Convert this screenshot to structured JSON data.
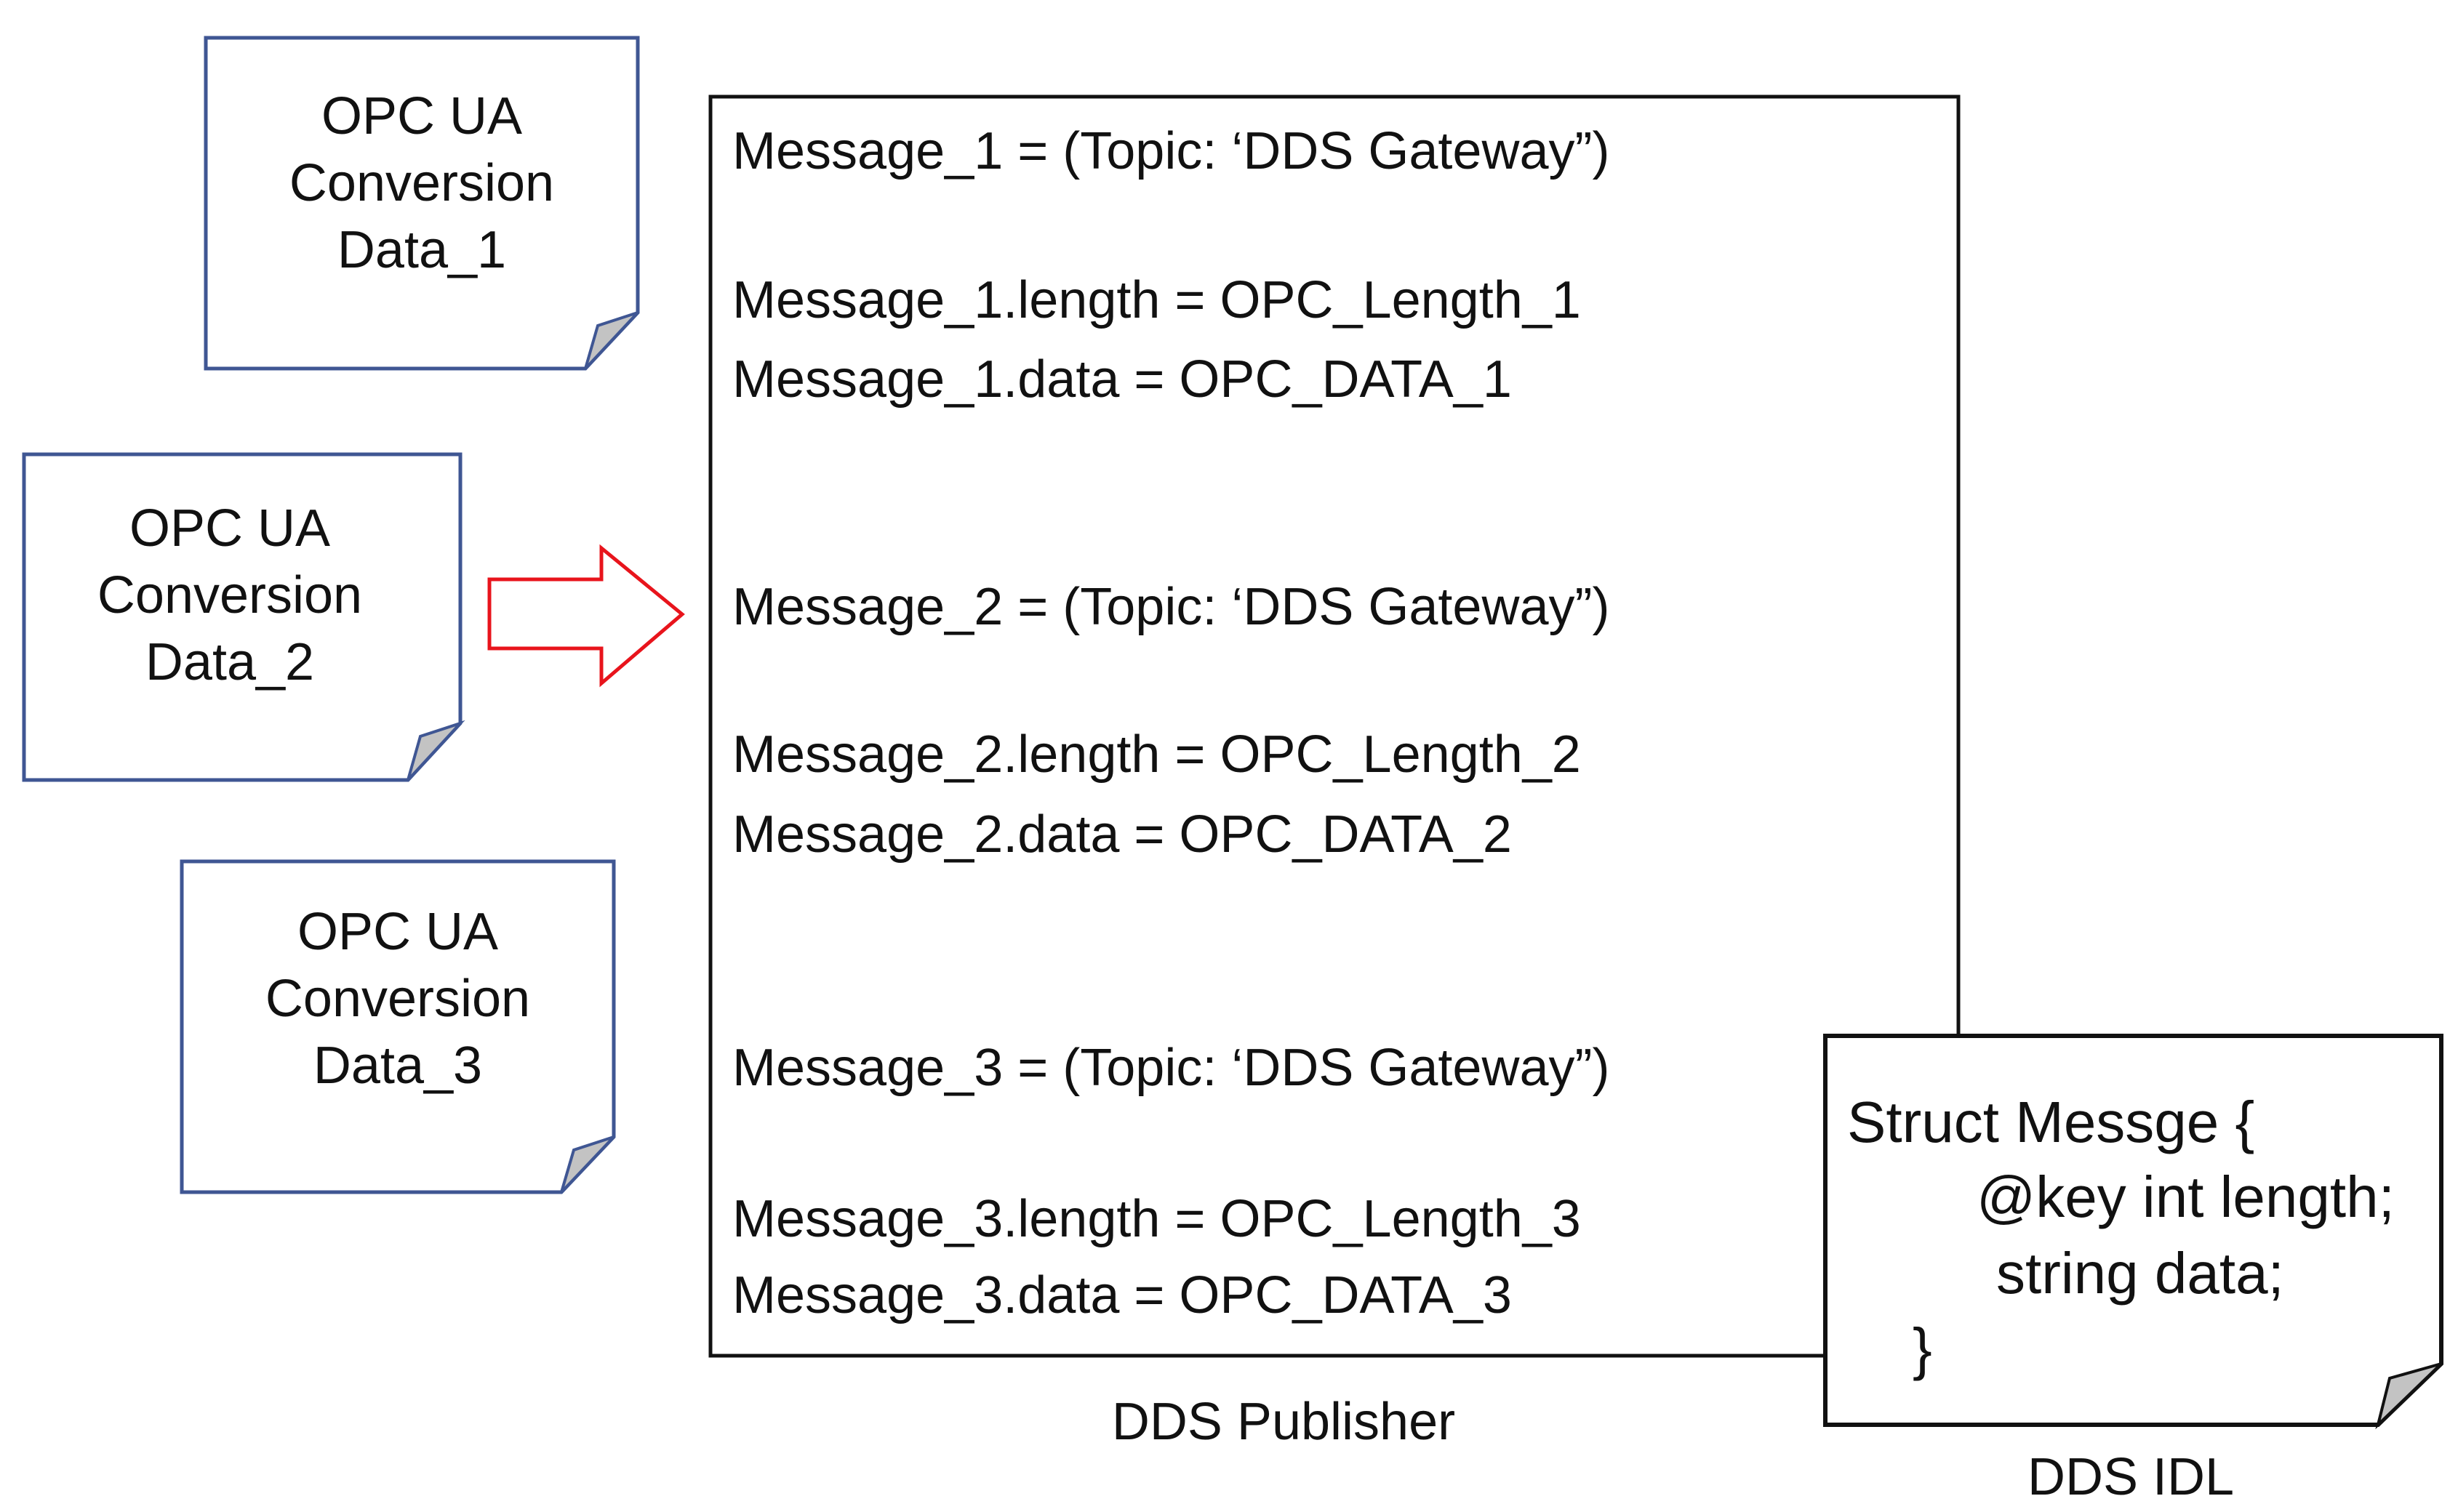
{
  "notes": [
    {
      "line1": "OPC UA",
      "line2": "Conversion",
      "line3": "Data_1"
    },
    {
      "line1": "OPC UA",
      "line2": "Conversion",
      "line3": "Data_2"
    },
    {
      "line1": "OPC UA",
      "line2": "Conversion",
      "line3": "Data_3"
    }
  ],
  "publisher": {
    "caption": "DDS Publisher",
    "lines": [
      "Message_1 = (Topic: ‘DDS Gateway”)",
      "Message_1.length = OPC_Length_1",
      "Message_1.data = OPC_DATA_1",
      "Message_2 = (Topic: ‘DDS Gateway”)",
      "Message_2.length = OPC_Length_2",
      "Message_2.data = OPC_DATA_2",
      "Message_3 = (Topic: ‘DDS Gateway”)",
      "Message_3.length = OPC_Length_3",
      "Message_3.data = OPC_DATA_3"
    ]
  },
  "idl": {
    "caption": "DDS IDL",
    "lines": [
      "Struct Messge {",
      "@key int length;",
      "string data;",
      "}"
    ]
  },
  "colors": {
    "note_border": "#3f5693",
    "fold_fill": "#c3c3c3",
    "arrow": "#e8141c",
    "box_border": "#111111"
  }
}
